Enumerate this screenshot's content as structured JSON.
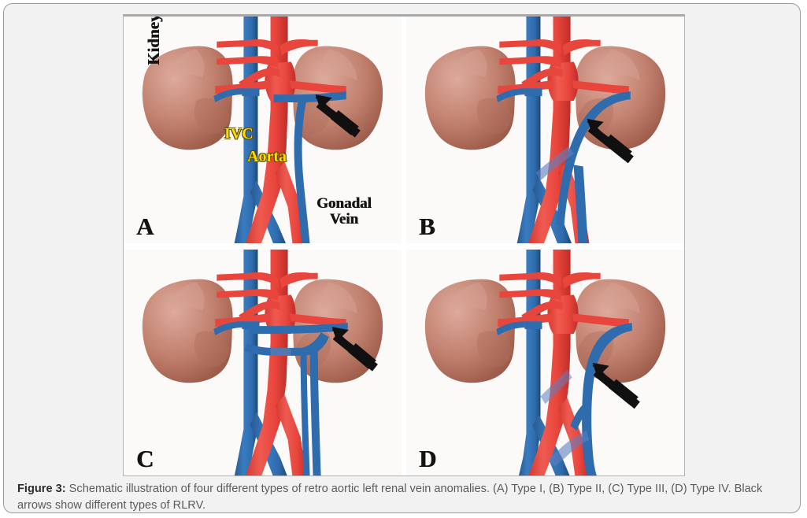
{
  "figure": {
    "caption_label": "Figure 3:",
    "caption_text": " Schematic illustration of four different types of retro aortic left renal vein anomalies. (A) Type I, (B) Type II, (C) Type III, (D) Type IV. Black arrows show different types of RLRV."
  },
  "colors": {
    "kidney": "#c4816f",
    "kidney_dark": "#a3604f",
    "kidney_light": "#d8a496",
    "artery_red": "#e8453c",
    "artery_red_dark": "#c3302a",
    "vein_blue": "#2f6cae",
    "vein_blue_dark": "#20507f",
    "arrow_black": "#101010",
    "label_yellow": "#ffd900",
    "label_black": "#141414",
    "panel_bg": "#fbfaf8",
    "card_bg": "#f2f2f2",
    "card_border": "#9a9a9a",
    "caption_gray": "#5b5b5b"
  },
  "panels": [
    {
      "id": "A",
      "letter": "A",
      "type_label": "Type I",
      "annotations": [
        {
          "name": "kidney",
          "text": "Kidney"
        },
        {
          "name": "ivc",
          "text": "IVC"
        },
        {
          "name": "aorta",
          "text": "Aorta"
        },
        {
          "name": "gonadal-vein",
          "text": "Gonadal\nVein"
        }
      ],
      "arrow": {
        "points_to": "retroaortic-left-renal-vein"
      }
    },
    {
      "id": "B",
      "letter": "B",
      "type_label": "Type II",
      "annotations": [],
      "arrow": {
        "points_to": "retroaortic-left-renal-vein"
      }
    },
    {
      "id": "C",
      "letter": "C",
      "type_label": "Type III",
      "annotations": [],
      "arrow": {
        "points_to": "circumaortic-left-renal-vein"
      }
    },
    {
      "id": "D",
      "letter": "D",
      "type_label": "Type IV",
      "annotations": [],
      "arrow": {
        "points_to": "retroaortic-left-renal-vein"
      }
    }
  ]
}
